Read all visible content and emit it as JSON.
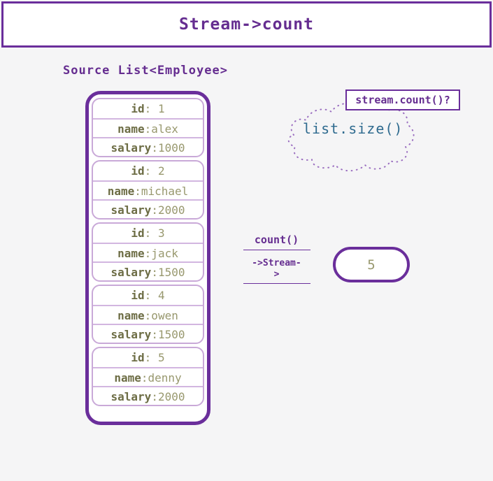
{
  "title": "Stream->count",
  "source_label": "Source List<Employee>",
  "employees": [
    {
      "id": {
        "label": "id",
        "value": ": 1"
      },
      "name": {
        "label": "name",
        "value": ":alex"
      },
      "salary": {
        "label": "salary",
        "value": ":1000"
      }
    },
    {
      "id": {
        "label": "id",
        "value": ": 2"
      },
      "name": {
        "label": "name",
        "value": ":michael"
      },
      "salary": {
        "label": "salary",
        "value": ":2000"
      }
    },
    {
      "id": {
        "label": "id",
        "value": ": 3"
      },
      "name": {
        "label": "name",
        "value": ":jack"
      },
      "salary": {
        "label": "salary",
        "value": ":1500"
      }
    },
    {
      "id": {
        "label": "id",
        "value": ": 4"
      },
      "name": {
        "label": "name",
        "value": ":owen"
      },
      "salary": {
        "label": "salary",
        "value": ":1500"
      }
    },
    {
      "id": {
        "label": "id",
        "value": ": 5"
      },
      "name": {
        "label": "name",
        "value": ":denny"
      },
      "salary": {
        "label": "salary",
        "value": ":2000"
      }
    }
  ],
  "cloud": {
    "text": "list.size()"
  },
  "question_box": {
    "text": "stream.count()?"
  },
  "operation": {
    "method": "count()",
    "stream_lines": [
      "->Stream-",
      ">"
    ]
  },
  "result": {
    "value": "5"
  },
  "colors": {
    "accent_purple": "#6a2e9b",
    "text_purple": "#652d90",
    "light_purple_border": "#c9a9d8",
    "olive_label": "#6d6d45",
    "olive_value": "#98986e",
    "cloud_text_blue": "#2f6b8f",
    "page_background": "#f5f5f6"
  }
}
